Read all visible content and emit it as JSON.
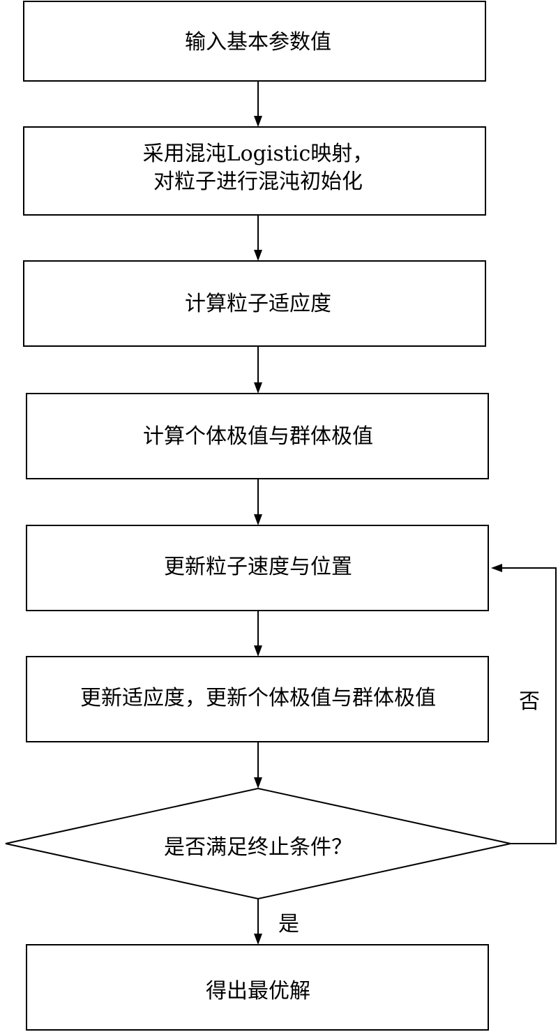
{
  "flowchart": {
    "steps": [
      {
        "lines": [
          "输入基本参数值"
        ]
      },
      {
        "lines": [
          "采用混沌Logistic映射，",
          "对粒子进行混沌初始化"
        ]
      },
      {
        "lines": [
          "计算粒子适应度"
        ]
      },
      {
        "lines": [
          "计算个体极值与群体极值"
        ]
      },
      {
        "lines": [
          "更新粒子速度与位置"
        ]
      },
      {
        "lines": [
          "更新适应度，更新个体极值与群体极值"
        ]
      }
    ],
    "decision": {
      "text": "是否满足终止条件？"
    },
    "end": {
      "text": "得出最优解"
    },
    "labels": {
      "yes": "是",
      "no": "否"
    }
  }
}
